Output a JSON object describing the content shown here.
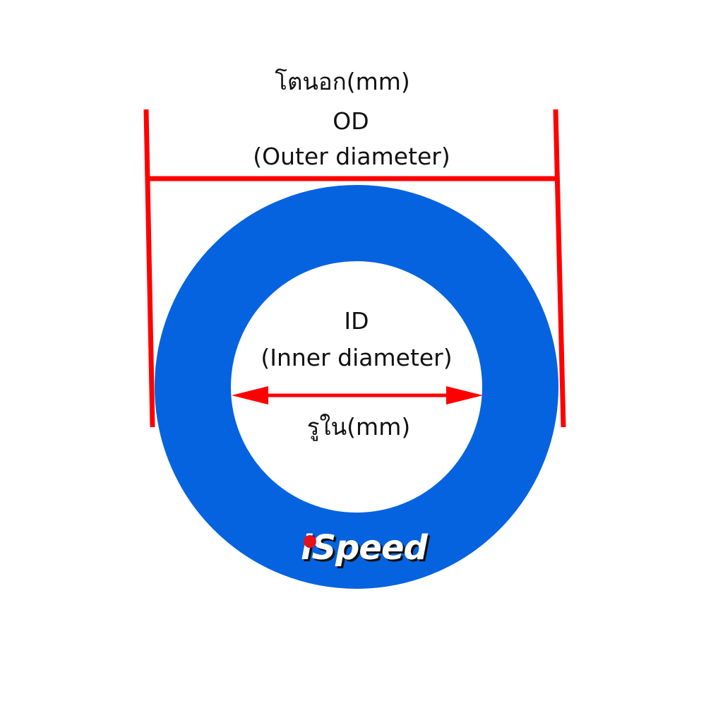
{
  "labels": {
    "od_thai": "โตนอก(mm)",
    "od": "OD",
    "od_full": "(Outer diameter)",
    "id": "ID",
    "id_full": "(Inner diameter)",
    "id_thai": "รูใน(mm)"
  },
  "logo": {
    "text": "iSpeed"
  },
  "colors": {
    "ring": "#0563e0",
    "dimension_lines": "#ff0000",
    "text": "#111111"
  }
}
